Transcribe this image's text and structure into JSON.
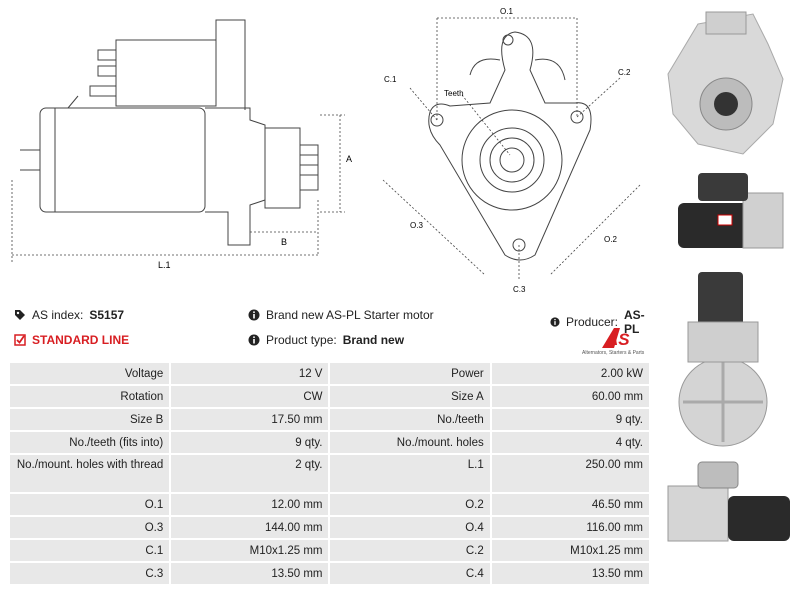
{
  "drawing": {
    "labels": {
      "o1": "O.1",
      "o2": "O.2",
      "o3": "O.3",
      "c1": "C.1",
      "c2": "C.2",
      "c3": "C.3",
      "teeth": "Teeth",
      "a": "A",
      "b": "B",
      "l1": "L.1"
    }
  },
  "info": {
    "as_index_label": "AS index:",
    "as_index_value": "S5157",
    "standard_line": "STANDARD LINE",
    "brand_text": "Brand new AS-PL Starter motor",
    "product_type_label": "Product type:",
    "product_type_value": "Brand new",
    "producer_label": "Producer:",
    "producer_value": "AS-PL",
    "logo_text": "AS",
    "logo_subtext": "Alternators, Starters & Parts"
  },
  "specs": [
    [
      "Voltage",
      "12 V",
      "Power",
      "2.00 kW"
    ],
    [
      "Rotation",
      "CW",
      "Size A",
      "60.00 mm"
    ],
    [
      "Size B",
      "17.50 mm",
      "No./teeth",
      "9 qty."
    ],
    [
      "No./teeth (fits into)",
      "9 qty.",
      "No./mount. holes",
      "4 qty."
    ],
    [
      "No./mount. holes with thread",
      "2 qty.",
      "L.1",
      "250.00 mm"
    ],
    [
      "O.1",
      "12.00 mm",
      "O.2",
      "46.50 mm"
    ],
    [
      "O.3",
      "144.00 mm",
      "O.4",
      "116.00 mm"
    ],
    [
      "C.1",
      "M10x1.25 mm",
      "C.2",
      "M10x1.25 mm"
    ],
    [
      "C.3",
      "13.50 mm",
      "C.4",
      "13.50 mm"
    ]
  ],
  "colors": {
    "accent_red": "#d81e22",
    "table_bg": "#e8e8e8"
  }
}
